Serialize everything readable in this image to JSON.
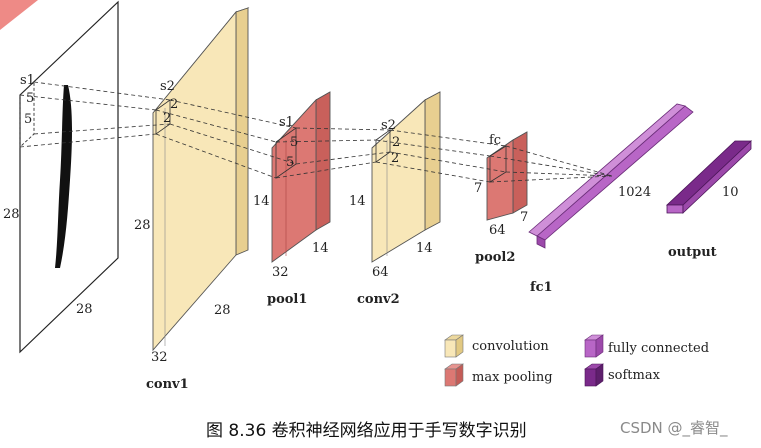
{
  "colors": {
    "convolution": "#f8e7b8",
    "max_pooling": "#dc7873",
    "fully_connected": "#b866c6",
    "softmax": "#7a2a8a"
  },
  "input": {
    "kernel_stride": "s1",
    "kernel_h": "5",
    "kernel_w": "5",
    "height": "28",
    "width": "28"
  },
  "conv1": {
    "name": "conv1",
    "stride": "s2",
    "k1": "2",
    "k2": "2",
    "height": "28",
    "width": "28",
    "depth": "32"
  },
  "pool1": {
    "name": "pool1",
    "stride": "s1",
    "k1": "5",
    "k2": "5",
    "height": "14",
    "width": "14",
    "depth": "32"
  },
  "conv2": {
    "name": "conv2",
    "stride": "s2",
    "k1": "2",
    "k2": "2",
    "height": "14",
    "width": "14",
    "depth": "64"
  },
  "pool2": {
    "name": "pool2",
    "stride": "fc",
    "height": "7",
    "width": "7",
    "depth": "64"
  },
  "fc1": {
    "name": "fc1",
    "units": "1024"
  },
  "output": {
    "name": "output",
    "units": "10"
  },
  "legend": {
    "convolution": "convolution",
    "max_pooling": "max pooling",
    "fully_connected": "fully connected",
    "softmax": "softmax"
  },
  "caption": "图 8.36  卷积神经网络应用于手写数字识别",
  "watermark": "CSDN @_睿智_"
}
